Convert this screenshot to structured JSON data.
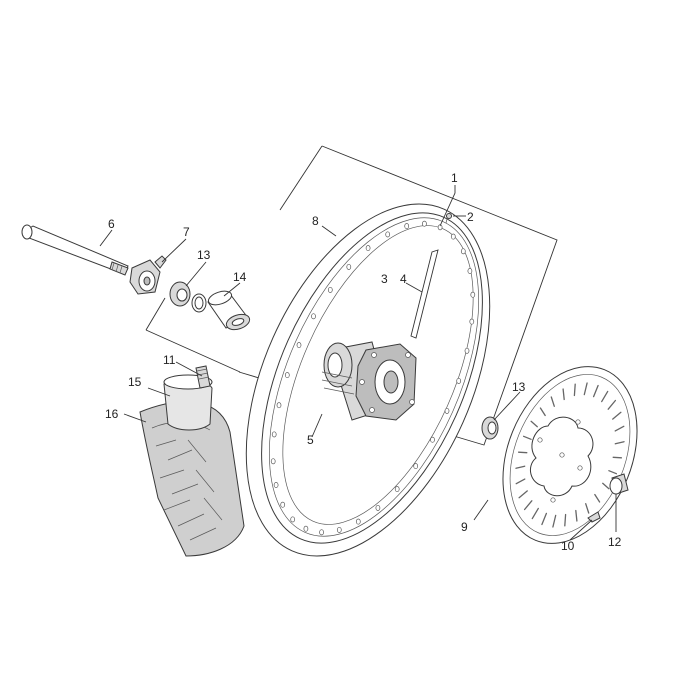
{
  "diagram": {
    "type": "exploded parts diagram",
    "subject": "front wheel assembly",
    "callouts": [
      {
        "id": "c1",
        "label": "1"
      },
      {
        "id": "c2",
        "label": "2"
      },
      {
        "id": "c3",
        "label": "3"
      },
      {
        "id": "c4",
        "label": "4"
      },
      {
        "id": "c5",
        "label": "5"
      },
      {
        "id": "c6",
        "label": "6"
      },
      {
        "id": "c7",
        "label": "7"
      },
      {
        "id": "c8",
        "label": "8"
      },
      {
        "id": "c9",
        "label": "9"
      },
      {
        "id": "c10",
        "label": "10"
      },
      {
        "id": "c11",
        "label": "11"
      },
      {
        "id": "c12",
        "label": "12"
      },
      {
        "id": "c13a",
        "label": "13"
      },
      {
        "id": "c13b",
        "label": "13"
      },
      {
        "id": "c14",
        "label": "14"
      },
      {
        "id": "c15",
        "label": "15"
      },
      {
        "id": "c16",
        "label": "16"
      }
    ],
    "colors": {
      "line": "#333333",
      "part_fill": "#ffffff",
      "tire_fill": "#cfcfcf",
      "hub_fill": "#d9d9d9",
      "background": "#ffffff"
    }
  }
}
